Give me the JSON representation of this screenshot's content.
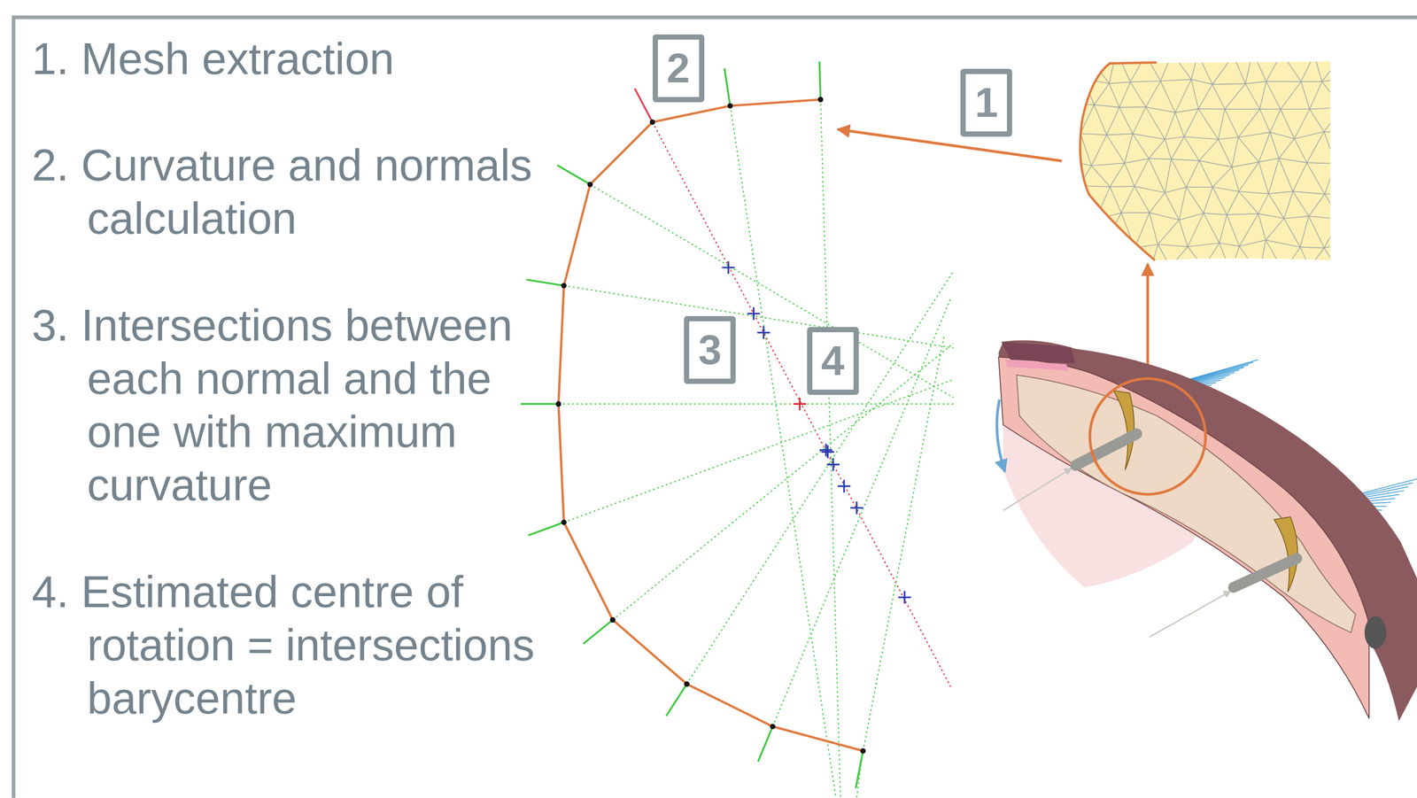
{
  "diagram": {
    "nodes": [
      {
        "text": [
          "2"
        ]
      },
      {
        "text": [
          "1"
        ]
      },
      {
        "text": [
          "3"
        ]
      },
      {
        "text": [
          "4"
        ]
      }
    ],
    "labels": [
      "1. Mesh extraction",
      "2. Curvature and normals calculation",
      "3. Intersections between each normal and the one with maximum curvature",
      "4. Estimated centre of rotation = intersections barycentre"
    ]
  }
}
